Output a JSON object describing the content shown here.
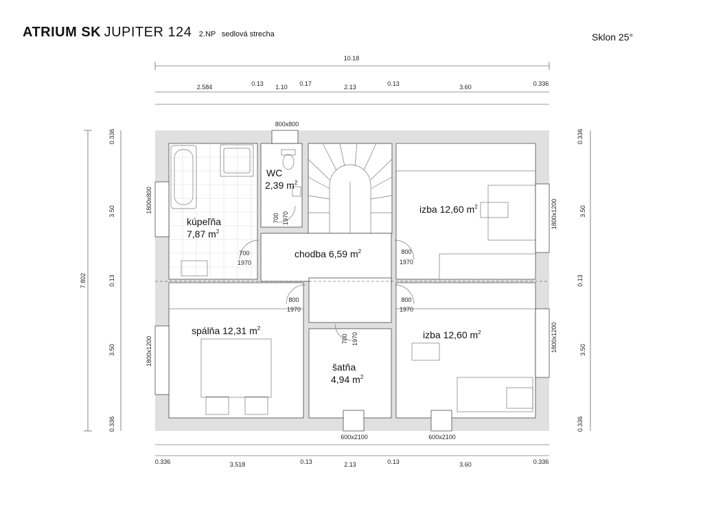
{
  "header": {
    "brand": "ATRIUM SK",
    "model": "JUPITER 124",
    "floor": "2.NP",
    "roof": "sedlová strecha",
    "slope": "Sklon 25°"
  },
  "dims": {
    "total_width": "10.18",
    "top": [
      "2.584",
      "0.13",
      "1.10",
      "0.17",
      "2.13",
      "0.13",
      "3.60",
      "0.336"
    ],
    "bottom": [
      "0.336",
      "3.518",
      "0.13",
      "2.13",
      "0.13",
      "3.60",
      "0.336"
    ],
    "total_height": "7.802",
    "left": [
      "0.336",
      "3.50",
      "0.13",
      "3.50",
      "0.336"
    ],
    "right": [
      "0.336",
      "3.50",
      "0.13",
      "3.50",
      "0.336"
    ]
  },
  "rooms": {
    "kupelna_name": "kúpeľňa",
    "kupelna_area": "7,87 m",
    "wc_name": "WC",
    "wc_area": "2,39 m",
    "chodba": "chodba 6,59 m",
    "izba1": "izba 12,60 m",
    "izba2": "izba 12,60 m",
    "spalna": "spálňa 12,31 m",
    "satna_name": "šatňa",
    "satna_area": "4,94 m",
    "sq": "2"
  },
  "openings": {
    "top_window": "800x800",
    "kupelna_window": "1800x800",
    "spalna_window": "1800x1200",
    "izba1_window": "1800x1200",
    "izba2_window": "1800x1200",
    "bottom_door_1": "600x2100",
    "bottom_door_2": "600x2100",
    "wc_door_w": "700",
    "wc_door_h": "1970",
    "kup_door_w": "700",
    "kup_door_h": "1970",
    "izba1_door_w": "800",
    "izba1_door_h": "1970",
    "spalna_door_w": "800",
    "spalna_door_h": "1970",
    "izba2_door_w": "800",
    "izba2_door_h": "1970",
    "satna_door_w": "700",
    "satna_door_h": "1970"
  }
}
